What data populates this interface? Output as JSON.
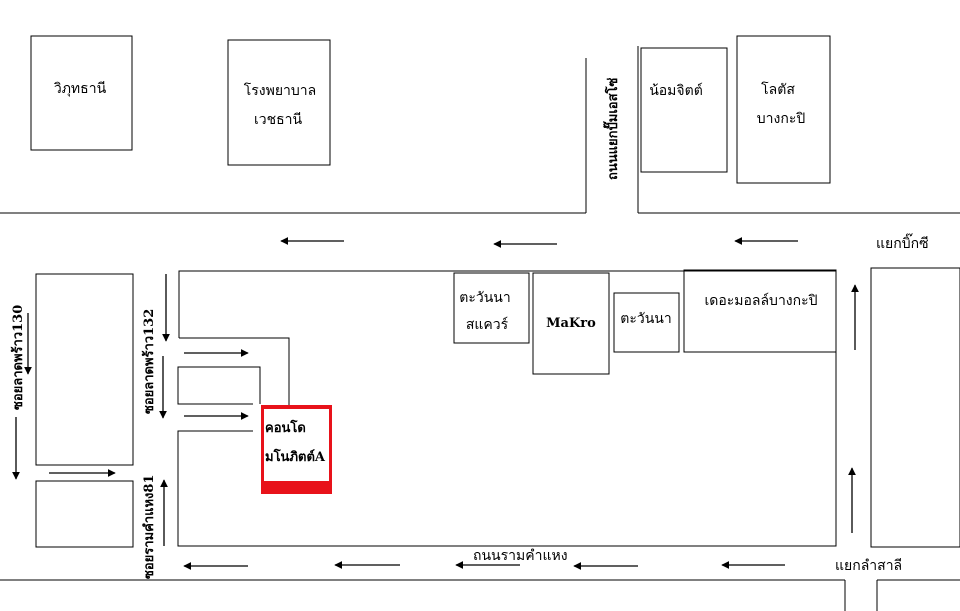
{
  "colors": {
    "ink": "#000000",
    "condo_highlight": "#e8121a",
    "background": "#ffffff"
  },
  "labels": {
    "hospital_name": "วิภุทธานี",
    "hospital_line1": "โรงพยาบาล",
    "hospital_line2": "เวชธานี",
    "shop_nomjit": "น้อมจิตต์",
    "lotus_line1": "โลตัส",
    "lotus_line2": "บางกะปิ",
    "road_vertical_top": "ถนนแยกปั๊มเอสโซ่",
    "junction_bigc": "แยกบิ๊กซี",
    "tawanna_square_line1": "ตะวันนา",
    "tawanna_square_line2": "สแควร์",
    "makro": "MaKro",
    "tawanna": "ตะวันนา",
    "mall_bangkapi": "เดอะมอลล์บางกะปิ",
    "soi_130": "ซอยลาดพร้าว130",
    "soi_132": "ซอยลาดพร้าว132",
    "soi_ramkhamhaeng_81": "ซอยรามคำแหง81",
    "condo_line1": "คอนโด",
    "condo_line2": "มโนภิตต์A",
    "road_ramkhamhaeng": "ถนนรามคำแหง",
    "junction_lamsali": "แยกลำสาลี"
  }
}
